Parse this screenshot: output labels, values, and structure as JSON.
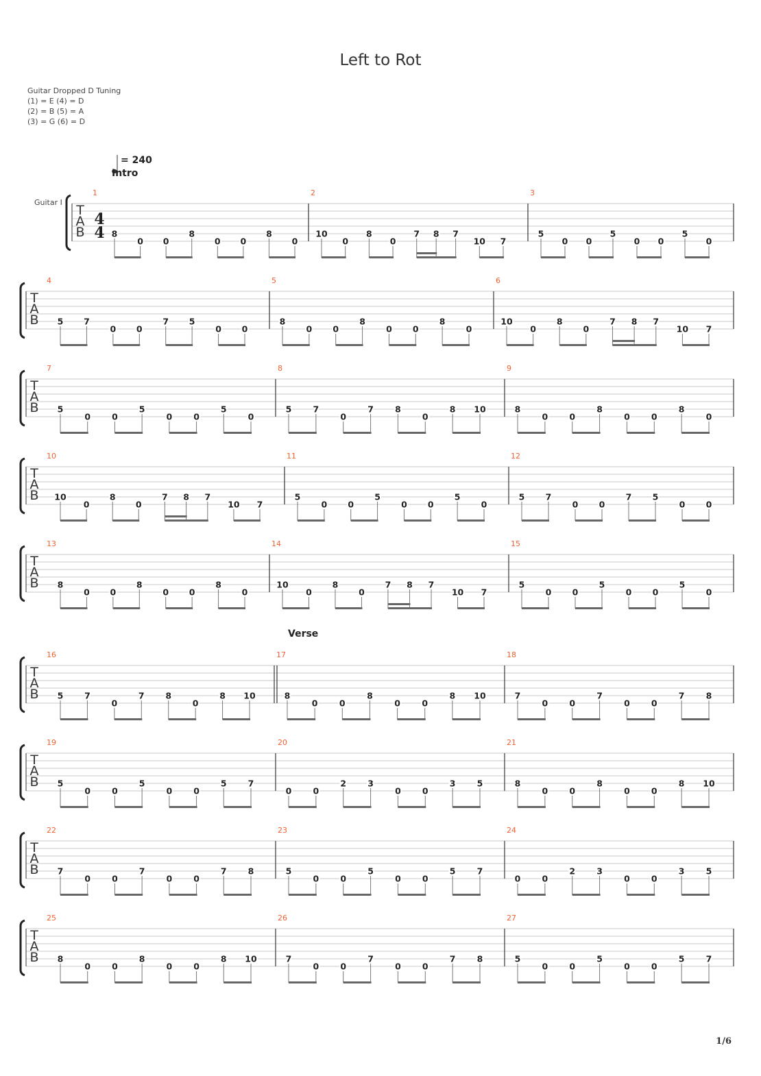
{
  "title": "Left to Rot",
  "tuning": {
    "name": "Guitar Dropped D Tuning",
    "lines": [
      "(1) = E (4) = D",
      "(2) = B (5) = A",
      "(3) = G (6) = D"
    ]
  },
  "tempo": "= 240",
  "track_name": "Guitar I",
  "tab_clef": [
    "T",
    "A",
    "B"
  ],
  "time_signature": [
    "4",
    "4"
  ],
  "sections": [
    {
      "label": "Intro",
      "measure": 1
    },
    {
      "label": "Verse",
      "measure": 17
    }
  ],
  "page_number": "1/6",
  "patterns": {
    "A": [
      [
        [
          5,
          "8"
        ],
        [
          6,
          "0"
        ]
      ],
      [
        [
          6,
          "0"
        ],
        [
          5,
          "8"
        ]
      ],
      [
        [
          6,
          "0"
        ],
        [
          6,
          "0"
        ]
      ],
      [
        [
          5,
          "8"
        ],
        [
          6,
          "0"
        ]
      ]
    ],
    "B": [
      [
        [
          5,
          "10"
        ],
        [
          6,
          "0"
        ]
      ],
      [
        [
          5,
          "8"
        ],
        [
          6,
          "0"
        ]
      ],
      [
        [
          5,
          "7",
          16
        ],
        [
          5,
          "8",
          16
        ],
        [
          5,
          "7"
        ]
      ],
      [
        [
          6,
          "10"
        ],
        [
          6,
          "7"
        ]
      ]
    ],
    "C": [
      [
        [
          5,
          "5"
        ],
        [
          6,
          "0"
        ]
      ],
      [
        [
          6,
          "0"
        ],
        [
          5,
          "5"
        ]
      ],
      [
        [
          6,
          "0"
        ],
        [
          6,
          "0"
        ]
      ],
      [
        [
          5,
          "5"
        ],
        [
          6,
          "0"
        ]
      ]
    ],
    "D": [
      [
        [
          5,
          "5"
        ],
        [
          5,
          "7"
        ]
      ],
      [
        [
          6,
          "0"
        ],
        [
          6,
          "0"
        ]
      ],
      [
        [
          5,
          "7"
        ],
        [
          5,
          "5"
        ]
      ],
      [
        [
          6,
          "0"
        ],
        [
          6,
          "0"
        ]
      ]
    ],
    "E": [
      [
        [
          5,
          "5"
        ],
        [
          5,
          "7"
        ]
      ],
      [
        [
          6,
          "0"
        ],
        [
          5,
          "7"
        ]
      ],
      [
        [
          5,
          "8"
        ],
        [
          6,
          "0"
        ]
      ],
      [
        [
          5,
          "8"
        ],
        [
          5,
          "10"
        ]
      ]
    ],
    "F": [
      [
        [
          5,
          "8"
        ],
        [
          6,
          "0"
        ]
      ],
      [
        [
          6,
          "0"
        ],
        [
          5,
          "8"
        ]
      ],
      [
        [
          6,
          "0"
        ],
        [
          6,
          "0"
        ]
      ],
      [
        [
          5,
          "8"
        ],
        [
          5,
          "10"
        ]
      ]
    ],
    "G": [
      [
        [
          5,
          "7"
        ],
        [
          6,
          "0"
        ]
      ],
      [
        [
          6,
          "0"
        ],
        [
          5,
          "7"
        ]
      ],
      [
        [
          6,
          "0"
        ],
        [
          6,
          "0"
        ]
      ],
      [
        [
          5,
          "7"
        ],
        [
          5,
          "8"
        ]
      ]
    ],
    "H": [
      [
        [
          5,
          "5"
        ],
        [
          6,
          "0"
        ]
      ],
      [
        [
          6,
          "0"
        ],
        [
          5,
          "5"
        ]
      ],
      [
        [
          6,
          "0"
        ],
        [
          6,
          "0"
        ]
      ],
      [
        [
          5,
          "5"
        ],
        [
          5,
          "7"
        ]
      ]
    ],
    "I": [
      [
        [
          6,
          "0"
        ],
        [
          6,
          "0"
        ]
      ],
      [
        [
          5,
          "2"
        ],
        [
          5,
          "3"
        ]
      ],
      [
        [
          6,
          "0"
        ],
        [
          6,
          "0"
        ]
      ],
      [
        [
          5,
          "3"
        ],
        [
          5,
          "5"
        ]
      ]
    ]
  },
  "measures": [
    {
      "number": "1",
      "pattern": "A"
    },
    {
      "number": "2",
      "pattern": "B"
    },
    {
      "number": "3",
      "pattern": "C"
    },
    {
      "number": "4",
      "pattern": "D"
    },
    {
      "number": "5",
      "pattern": "A"
    },
    {
      "number": "6",
      "pattern": "B"
    },
    {
      "number": "7",
      "pattern": "C"
    },
    {
      "number": "8",
      "pattern": "E"
    },
    {
      "number": "9",
      "pattern": "A"
    },
    {
      "number": "10",
      "pattern": "B"
    },
    {
      "number": "11",
      "pattern": "C"
    },
    {
      "number": "12",
      "pattern": "D"
    },
    {
      "number": "13",
      "pattern": "A"
    },
    {
      "number": "14",
      "pattern": "B"
    },
    {
      "number": "15",
      "pattern": "C"
    },
    {
      "number": "16",
      "pattern": "E"
    },
    {
      "number": "17",
      "pattern": "F"
    },
    {
      "number": "18",
      "pattern": "G"
    },
    {
      "number": "19",
      "pattern": "H"
    },
    {
      "number": "20",
      "pattern": "I"
    },
    {
      "number": "21",
      "pattern": "F"
    },
    {
      "number": "22",
      "pattern": "G"
    },
    {
      "number": "23",
      "pattern": "H"
    },
    {
      "number": "24",
      "pattern": "I"
    },
    {
      "number": "25",
      "pattern": "F"
    },
    {
      "number": "26",
      "pattern": "G"
    },
    {
      "number": "27",
      "pattern": "H"
    }
  ]
}
